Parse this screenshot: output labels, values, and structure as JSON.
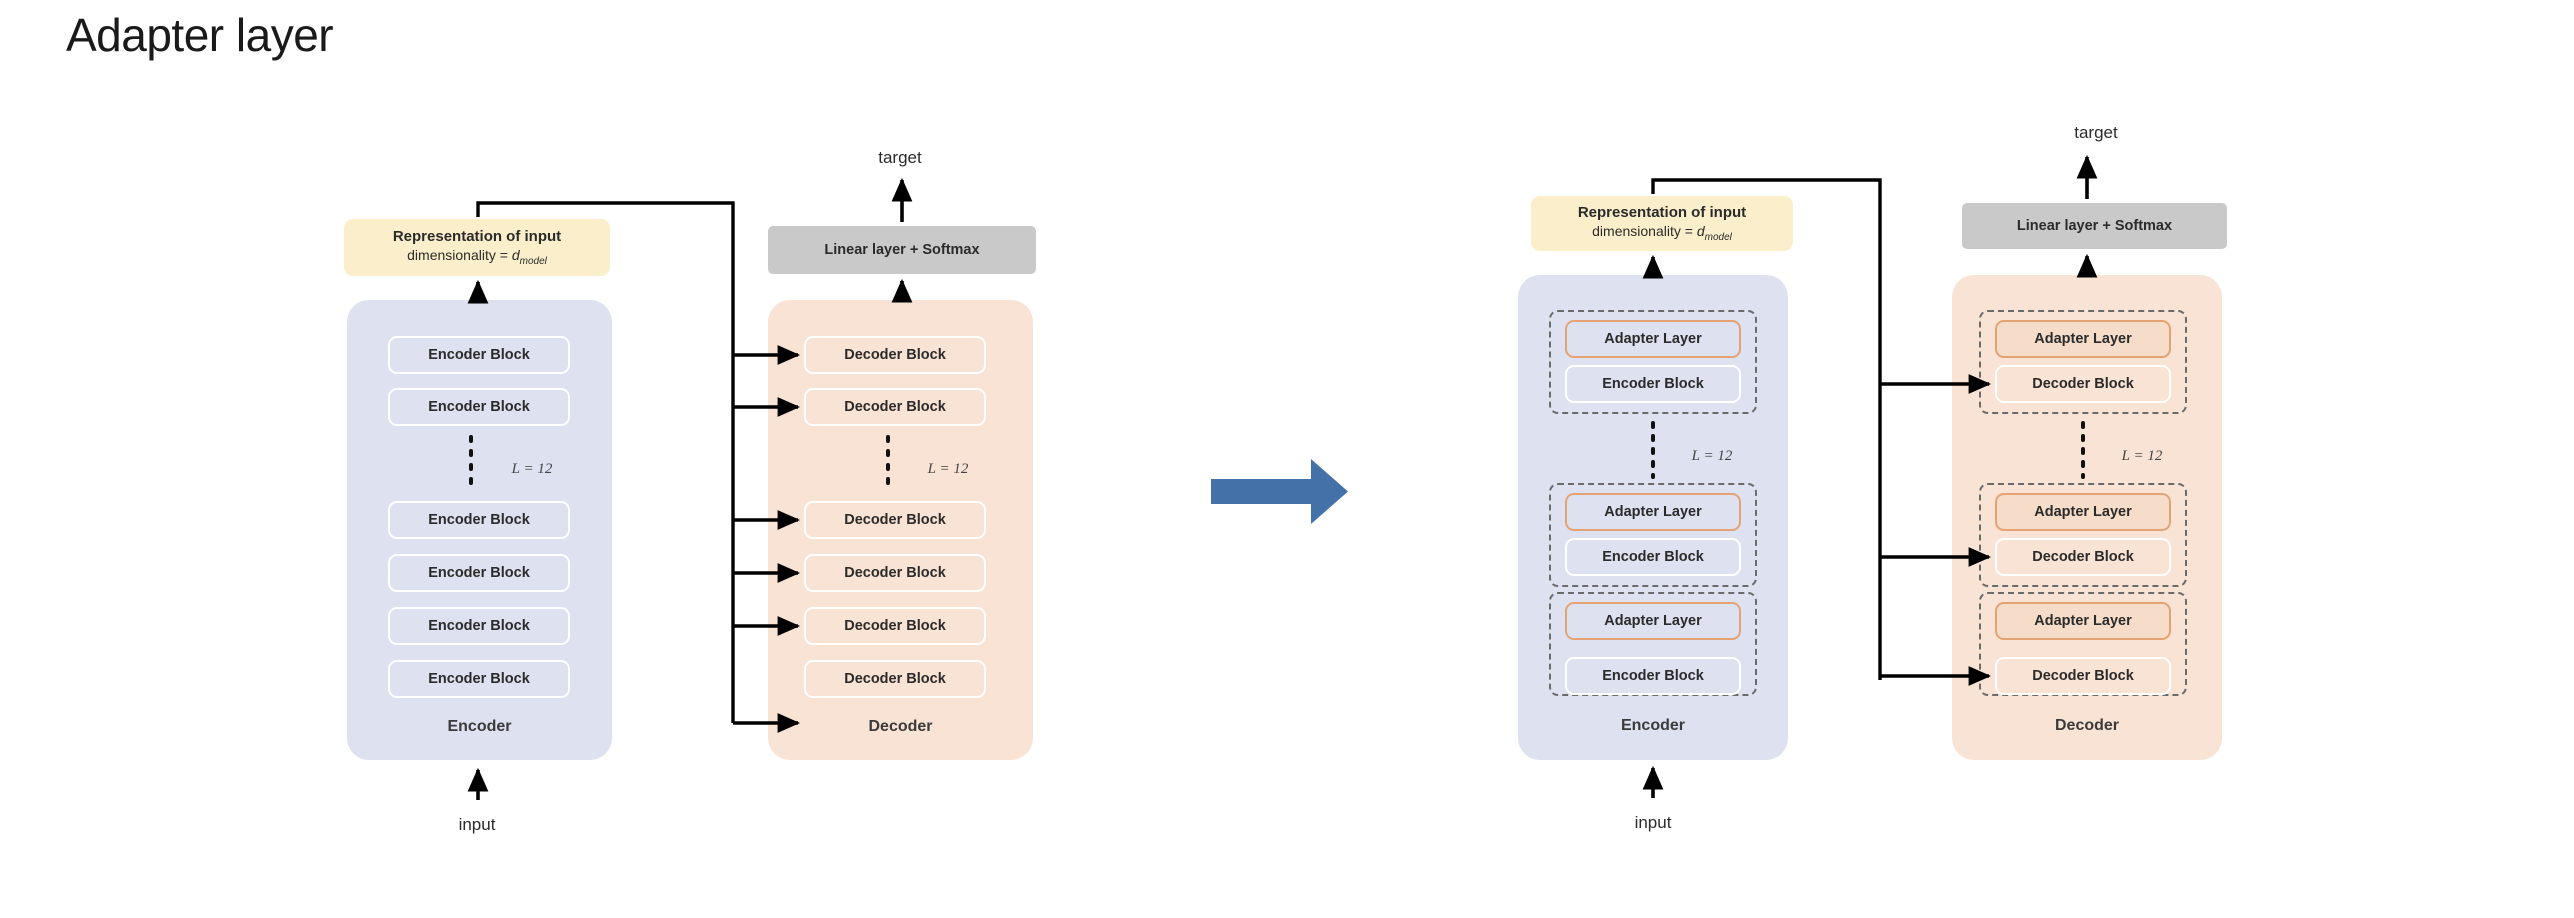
{
  "page": {
    "title": "Adapter layer"
  },
  "colors": {
    "encoder_panel": "#dde1f0",
    "decoder_panel": "#f8e3d4",
    "representation_box": "#fbeecb",
    "softmax_box": "#c9c9c9",
    "adapter_border": "#e5a273",
    "transition_arrow": "#4472a8",
    "connector_line": "#000000",
    "dashed_group": "#6b6b6b"
  },
  "labels": {
    "input": "input",
    "target": "target",
    "encoder": "Encoder",
    "decoder": "Decoder",
    "encoder_block": "Encoder Block",
    "decoder_block": "Decoder Block",
    "adapter_layer": "Adapter Layer",
    "softmax": "Linear layer + Softmax",
    "representation_title": "Representation of input",
    "representation_sub_prefix": "dimensionality = ",
    "representation_sub_var": "d",
    "representation_sub_script": "model",
    "depth": "L = 12"
  },
  "left_diagram": {
    "name": "baseline-transformer",
    "encoder_blocks": [
      "Encoder Block",
      "Encoder Block",
      "Encoder Block",
      "Encoder Block",
      "Encoder Block",
      "Encoder Block"
    ],
    "decoder_blocks": [
      "Decoder Block",
      "Decoder Block",
      "Decoder Block",
      "Decoder Block",
      "Decoder Block",
      "Decoder Block"
    ],
    "cross_attention_arrows": 6
  },
  "right_diagram": {
    "name": "adapter-transformer",
    "encoder_groups": [
      {
        "adapter": "Adapter Layer",
        "block": "Encoder Block"
      },
      {
        "adapter": "Adapter Layer",
        "block": "Encoder Block"
      },
      {
        "adapter": "Adapter Layer",
        "block": "Encoder Block"
      }
    ],
    "decoder_groups": [
      {
        "adapter": "Adapter Layer",
        "block": "Decoder Block"
      },
      {
        "adapter": "Adapter Layer",
        "block": "Decoder Block"
      },
      {
        "adapter": "Adapter Layer",
        "block": "Decoder Block"
      }
    ],
    "cross_attention_arrows": 3
  },
  "transition": {
    "icon": "right-arrow-icon"
  }
}
